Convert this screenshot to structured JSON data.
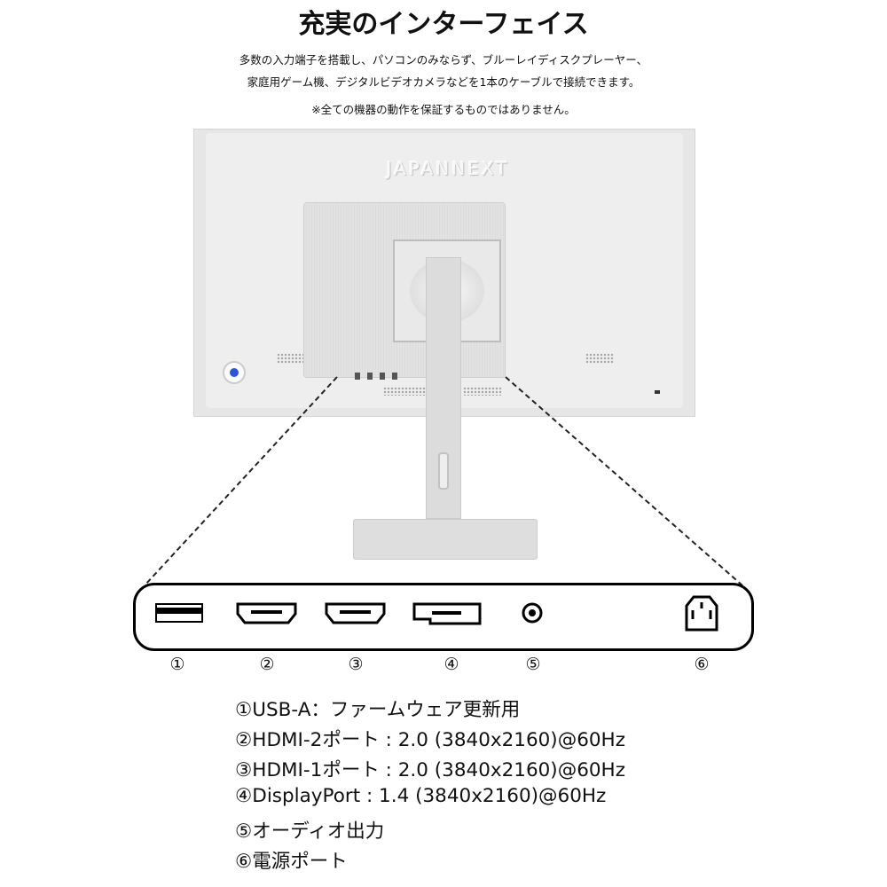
{
  "header": {
    "title": "充実のインターフェイス",
    "description_line1": "多数の入力端子を搭載し、パソコンのみならず、ブルーレイディスクプレーヤー、",
    "description_line2": "家庭用ゲーム機、デジタルビデオカメラなどを1本のケーブルで接続できます。",
    "note": "※全ての機器の動作を保証するものではありません。"
  },
  "monitor": {
    "brand_logo": "JAPANNEXT",
    "power_led_color": "#2a55d8"
  },
  "ports": [
    {
      "number": "①",
      "icon": "usb-a-port-icon"
    },
    {
      "number": "②",
      "icon": "hdmi-port-icon"
    },
    {
      "number": "③",
      "icon": "hdmi-port-icon"
    },
    {
      "number": "④",
      "icon": "displayport-icon"
    },
    {
      "number": "⑤",
      "icon": "audio-jack-icon"
    },
    {
      "number": "⑥",
      "icon": "power-inlet-icon"
    }
  ],
  "specs": [
    "①USB-A：ファームウェア更新用",
    "②HDMI-2ポート : 2.0 (3840x2160)@60Hz",
    "③HDMI-1ポート : 2.0 (3840x2160)@60Hz",
    "④DisplayPort : 1.4 (3840x2160)@60Hz",
    "⑤オーディオ出力",
    "⑥電源ポート"
  ]
}
